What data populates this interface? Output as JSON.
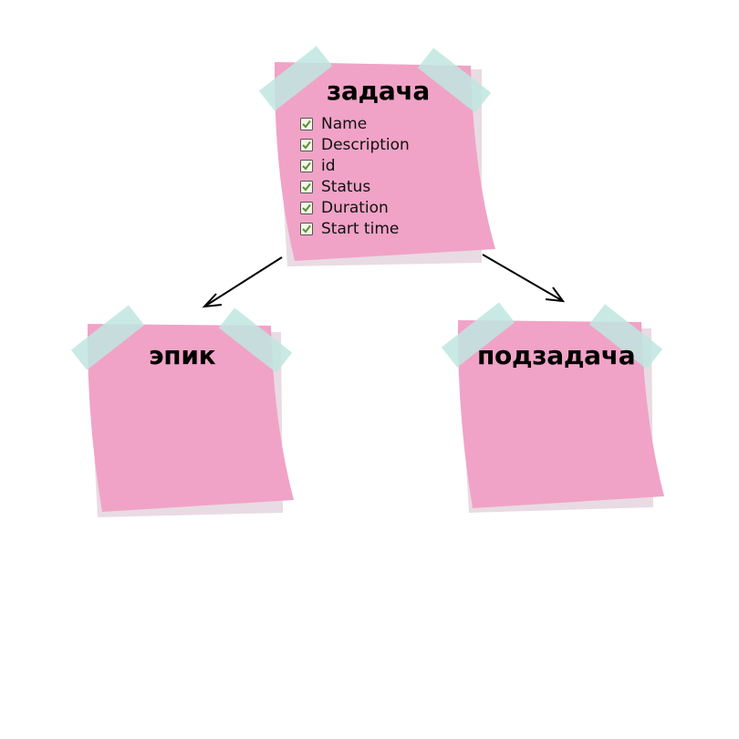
{
  "diagram": {
    "nodes": [
      {
        "id": "task",
        "title": "задача",
        "fields": [
          "Name",
          "Description",
          "id",
          "Status",
          "Duration",
          "Start time"
        ]
      },
      {
        "id": "epic",
        "title": "эпик"
      },
      {
        "id": "subtask",
        "title": "подзадача"
      }
    ],
    "edges": [
      {
        "from": "task",
        "to": "epic"
      },
      {
        "from": "task",
        "to": "subtask"
      }
    ],
    "colors": {
      "note": "#f0a3c7",
      "note_shadow": "#e9dbe3",
      "tape": "#bfe6df",
      "checkbox_fill": "#f3f7e6",
      "checkmark": "#5a8f3a",
      "arrow": "#000000"
    }
  }
}
